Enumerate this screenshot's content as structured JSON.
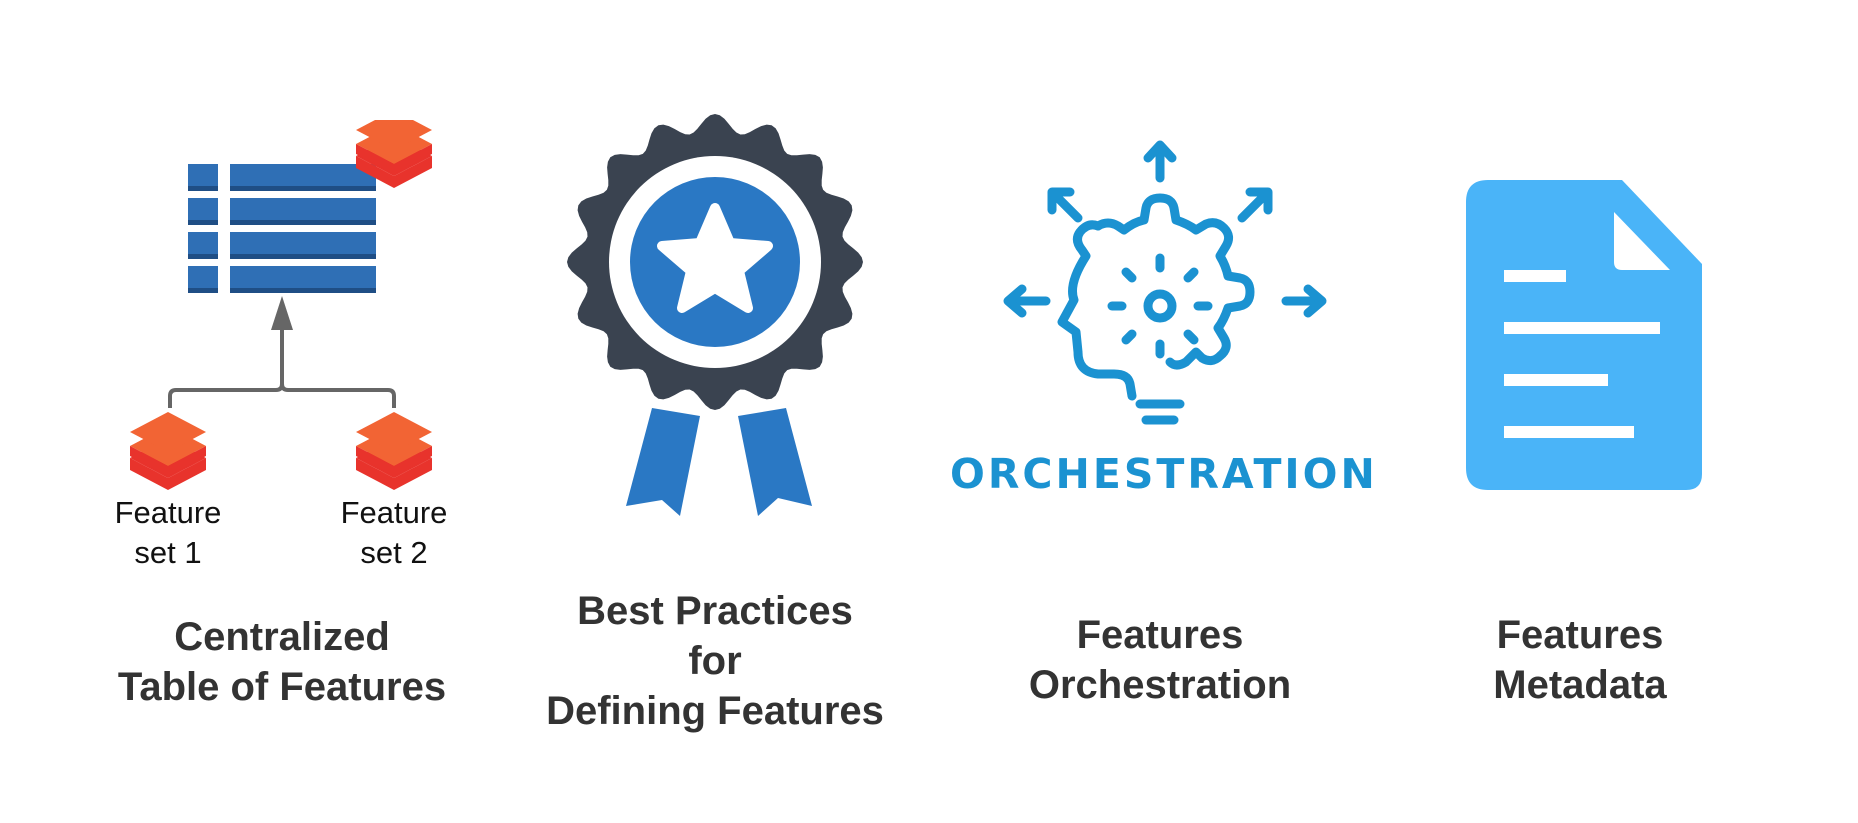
{
  "panels": {
    "table": {
      "feature_set_1": [
        "Feature",
        "set 1"
      ],
      "feature_set_2": [
        "Feature",
        "set 2"
      ],
      "caption": [
        "Centralized",
        "Table of Features"
      ]
    },
    "best_practices": {
      "caption": [
        "Best Practices",
        "for",
        "Defining Features"
      ]
    },
    "orchestration": {
      "icon_word": "ORCHESTRATION",
      "caption": [
        "Features",
        "Orchestration"
      ]
    },
    "metadata": {
      "caption": [
        "Features",
        "Metadata"
      ]
    }
  },
  "icons": {
    "table": "table-icon",
    "stack": "layered-stack-icon",
    "arrow": "arrow-up-icon",
    "rosette": "award-ribbon-icon",
    "star": "star-icon",
    "head": "head-gear-icon",
    "document": "document-icon"
  },
  "colors": {
    "table_blue": "#2f6fb5",
    "table_dark_stripe": "#1f4e85",
    "stack_red": "#e8332c",
    "stack_orange": "#f26434",
    "connector_gray": "#666666",
    "rosette_dark": "#3a4350",
    "rosette_blue": "#2a78c4",
    "orchestration_blue": "#1b92d1",
    "document_blue": "#4ab4f8",
    "caption_text": "#333333"
  }
}
